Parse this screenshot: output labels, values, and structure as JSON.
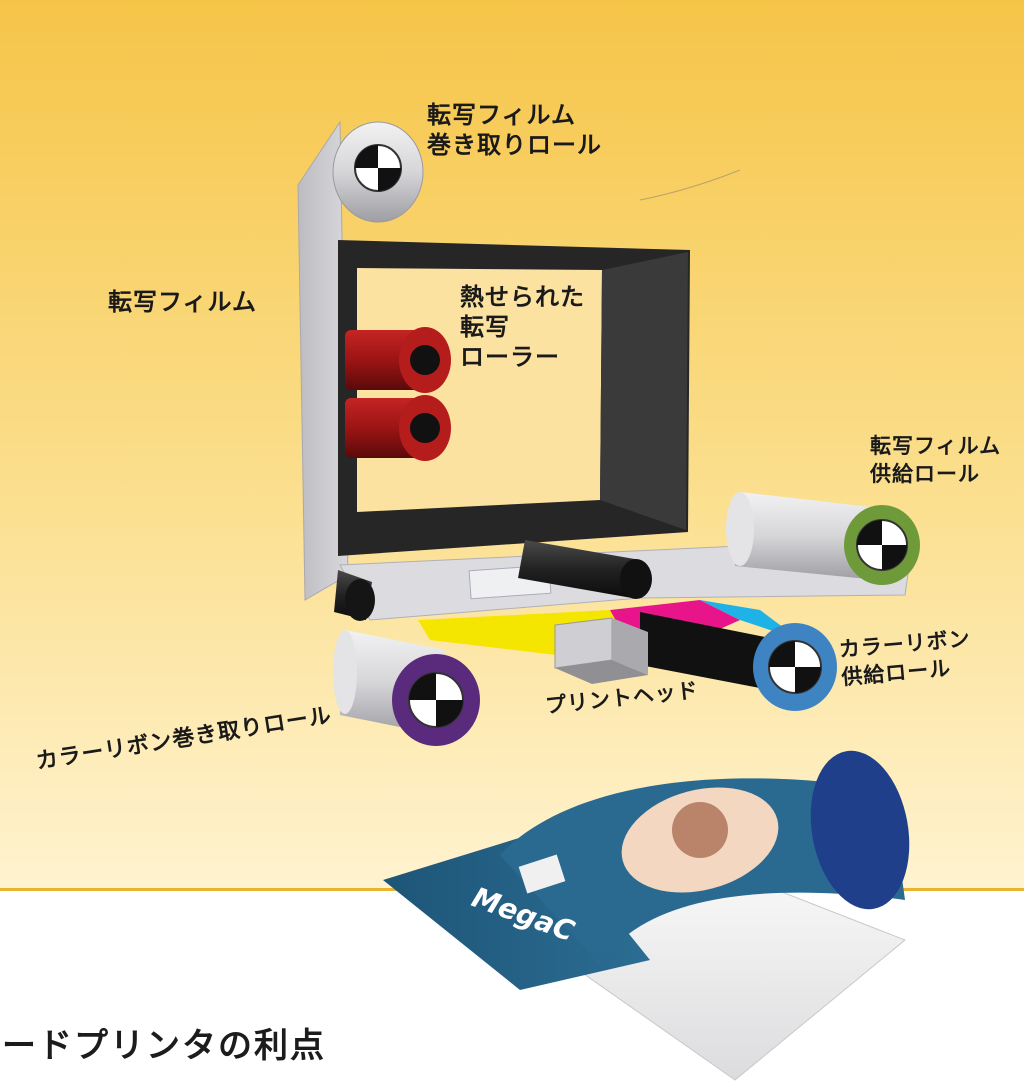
{
  "labels": {
    "film_takeup": [
      "転写フィルム",
      "巻き取りロール"
    ],
    "film": "転写フィルム",
    "heated_roller": [
      "熱せられた",
      "転写",
      "ローラー"
    ],
    "film_supply": [
      "転写フィルム",
      "供給ロール"
    ],
    "ribbon_supply": [
      "カラーリボン",
      "供給ロール"
    ],
    "print_head": "プリントヘッド",
    "ribbon_takeup": "カラーリボン巻き取りロール"
  },
  "card_text": "MegaC",
  "heading": "ードプリンタの利点",
  "colors": {
    "bg_top": "#f6c548",
    "bg_bottom": "#fff3d0",
    "accent_line": "#e9b530",
    "film_gray": "#c9c9cc",
    "frame_dark": "#262626",
    "heated_roller": "#9c1414",
    "film_supply_cap": "#6f9a3a",
    "ribbon_supply_cap": "#3f84c2",
    "ribbon_takeup_cap": "#5a2a7c",
    "ribbon_yellow": "#f4e600",
    "ribbon_magenta": "#e8158a",
    "ribbon_cyan": "#1eb2e6",
    "card_blue": "#1d5577"
  },
  "icons": [
    "roll-end-marker-icon"
  ]
}
